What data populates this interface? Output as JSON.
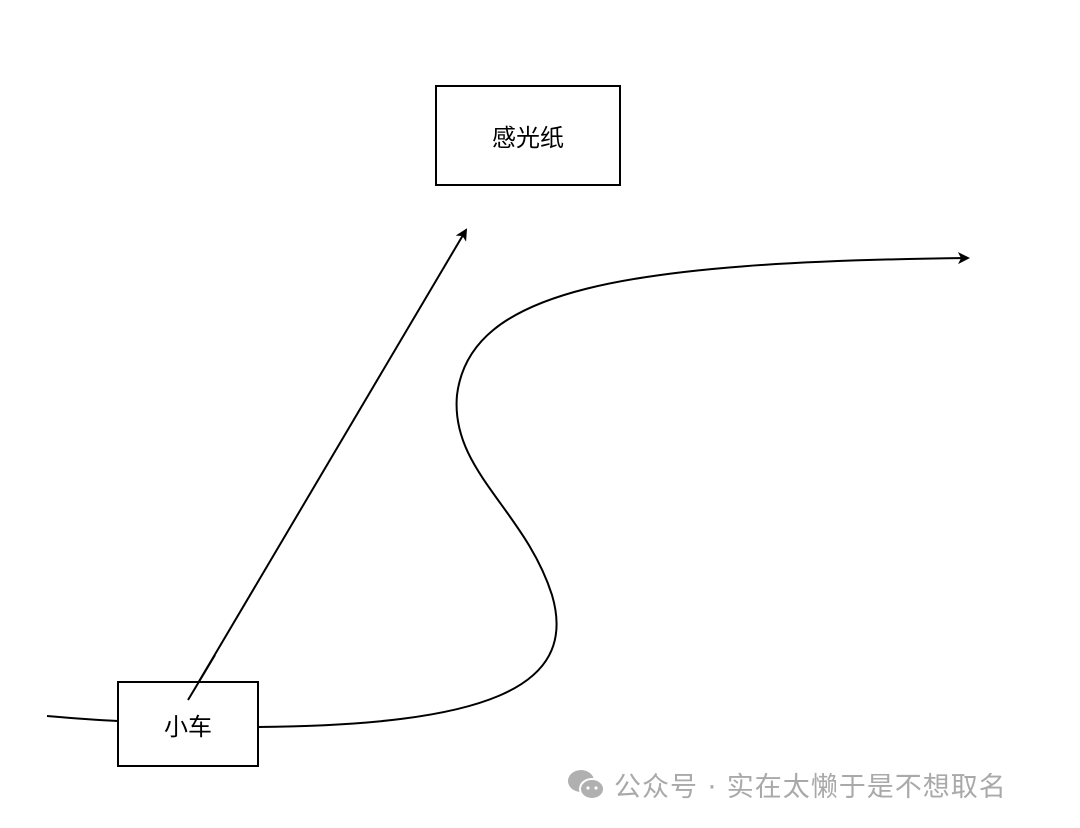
{
  "nodes": {
    "paper": "感光纸",
    "car": "小车"
  },
  "watermark": {
    "icon": "wechat-icon",
    "text": "公众号 · 实在太懒于是不想取名"
  },
  "colors": {
    "stroke": "#000000",
    "watermark": "#a9a9a9"
  }
}
